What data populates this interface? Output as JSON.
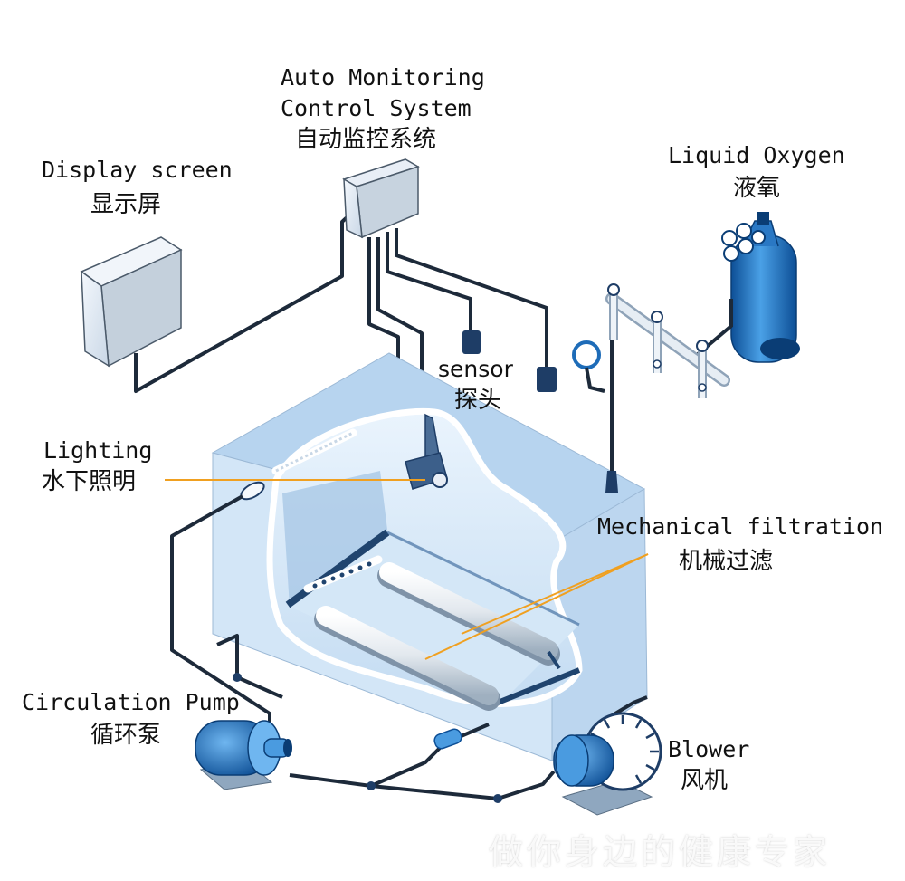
{
  "labels": {
    "auto_monitoring_en_1": "Auto Monitoring",
    "auto_monitoring_en_2": "Control System",
    "auto_monitoring_zh": "自动监控系统",
    "display_screen_en": "Display screen",
    "display_screen_zh": "显示屏",
    "liquid_oxygen_en": "Liquid Oxygen",
    "liquid_oxygen_zh": "液氧",
    "sensor_en": "sensor",
    "sensor_zh": "探头",
    "lighting_en": "Lighting",
    "lighting_zh": "水下照明",
    "mechanical_filtration_en": "Mechanical filtration",
    "mechanical_filtration_zh": "机械过滤",
    "circulation_pump_en": "Circulation Pump",
    "circulation_pump_zh": "循环泵",
    "blower_en": "Blower",
    "blower_zh": "风机"
  },
  "watermark": "做你身边的健康专家",
  "colors": {
    "tank_face": "#cfe3f6",
    "tank_top": "#b9d6f0",
    "water_inner": "#dcecfa",
    "inner_dark": "#3d7bb8",
    "equipment_blue": "#2a78c4",
    "pipe": "#1d2a3a",
    "leader_line": "#f0a020"
  }
}
